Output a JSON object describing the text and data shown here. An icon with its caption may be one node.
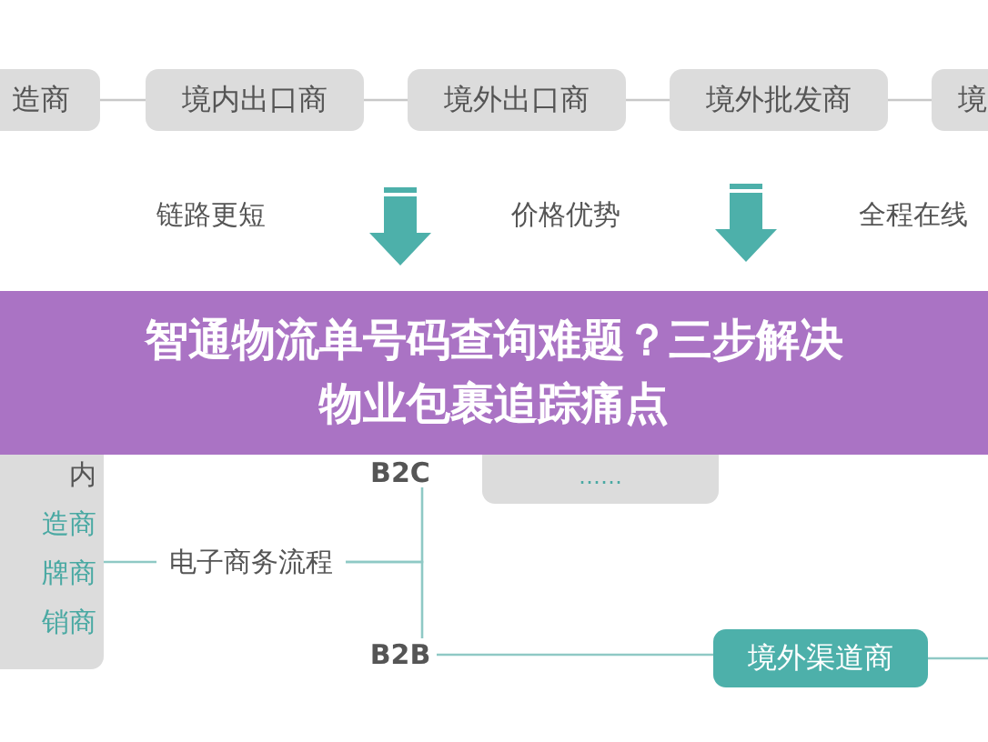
{
  "diagram": {
    "title": "智通物流单号码查询难题？三步解决物业包裹追踪痛点",
    "nodes": [
      {
        "text": [
          "造商"
        ]
      },
      {
        "text": [
          "境内出口商"
        ]
      },
      {
        "text": [
          "境外出口商"
        ]
      },
      {
        "text": [
          "境外批发商"
        ]
      },
      {
        "text": [
          "境"
        ]
      },
      {
        "text": [
          "内",
          "造商",
          "牌商",
          "销商"
        ]
      },
      {
        "text": [
          "电子商务流程"
        ]
      },
      {
        "text": [
          "B2C"
        ]
      },
      {
        "text": [
          "……"
        ]
      },
      {
        "text": [
          "B2B"
        ]
      },
      {
        "text": [
          "境外渠道商"
        ]
      }
    ],
    "edges": [
      {
        "from": 0,
        "to": 1,
        "arrow": "none"
      },
      {
        "from": 1,
        "to": 2,
        "arrow": "none"
      },
      {
        "from": 2,
        "to": 3,
        "arrow": "none"
      },
      {
        "from": 3,
        "to": 4,
        "arrow": "none"
      },
      {
        "from": 5,
        "to": 6,
        "arrow": "none"
      },
      {
        "from": 6,
        "to": 7,
        "arrow": "none"
      },
      {
        "from": 6,
        "to": 9,
        "arrow": "none"
      },
      {
        "from": 9,
        "to": 10,
        "arrow": "none"
      },
      {
        "from": 10,
        "to": null,
        "arrow": "none"
      }
    ],
    "labels": [
      "链路更短",
      "价格优势",
      "全程在线"
    ]
  }
}
